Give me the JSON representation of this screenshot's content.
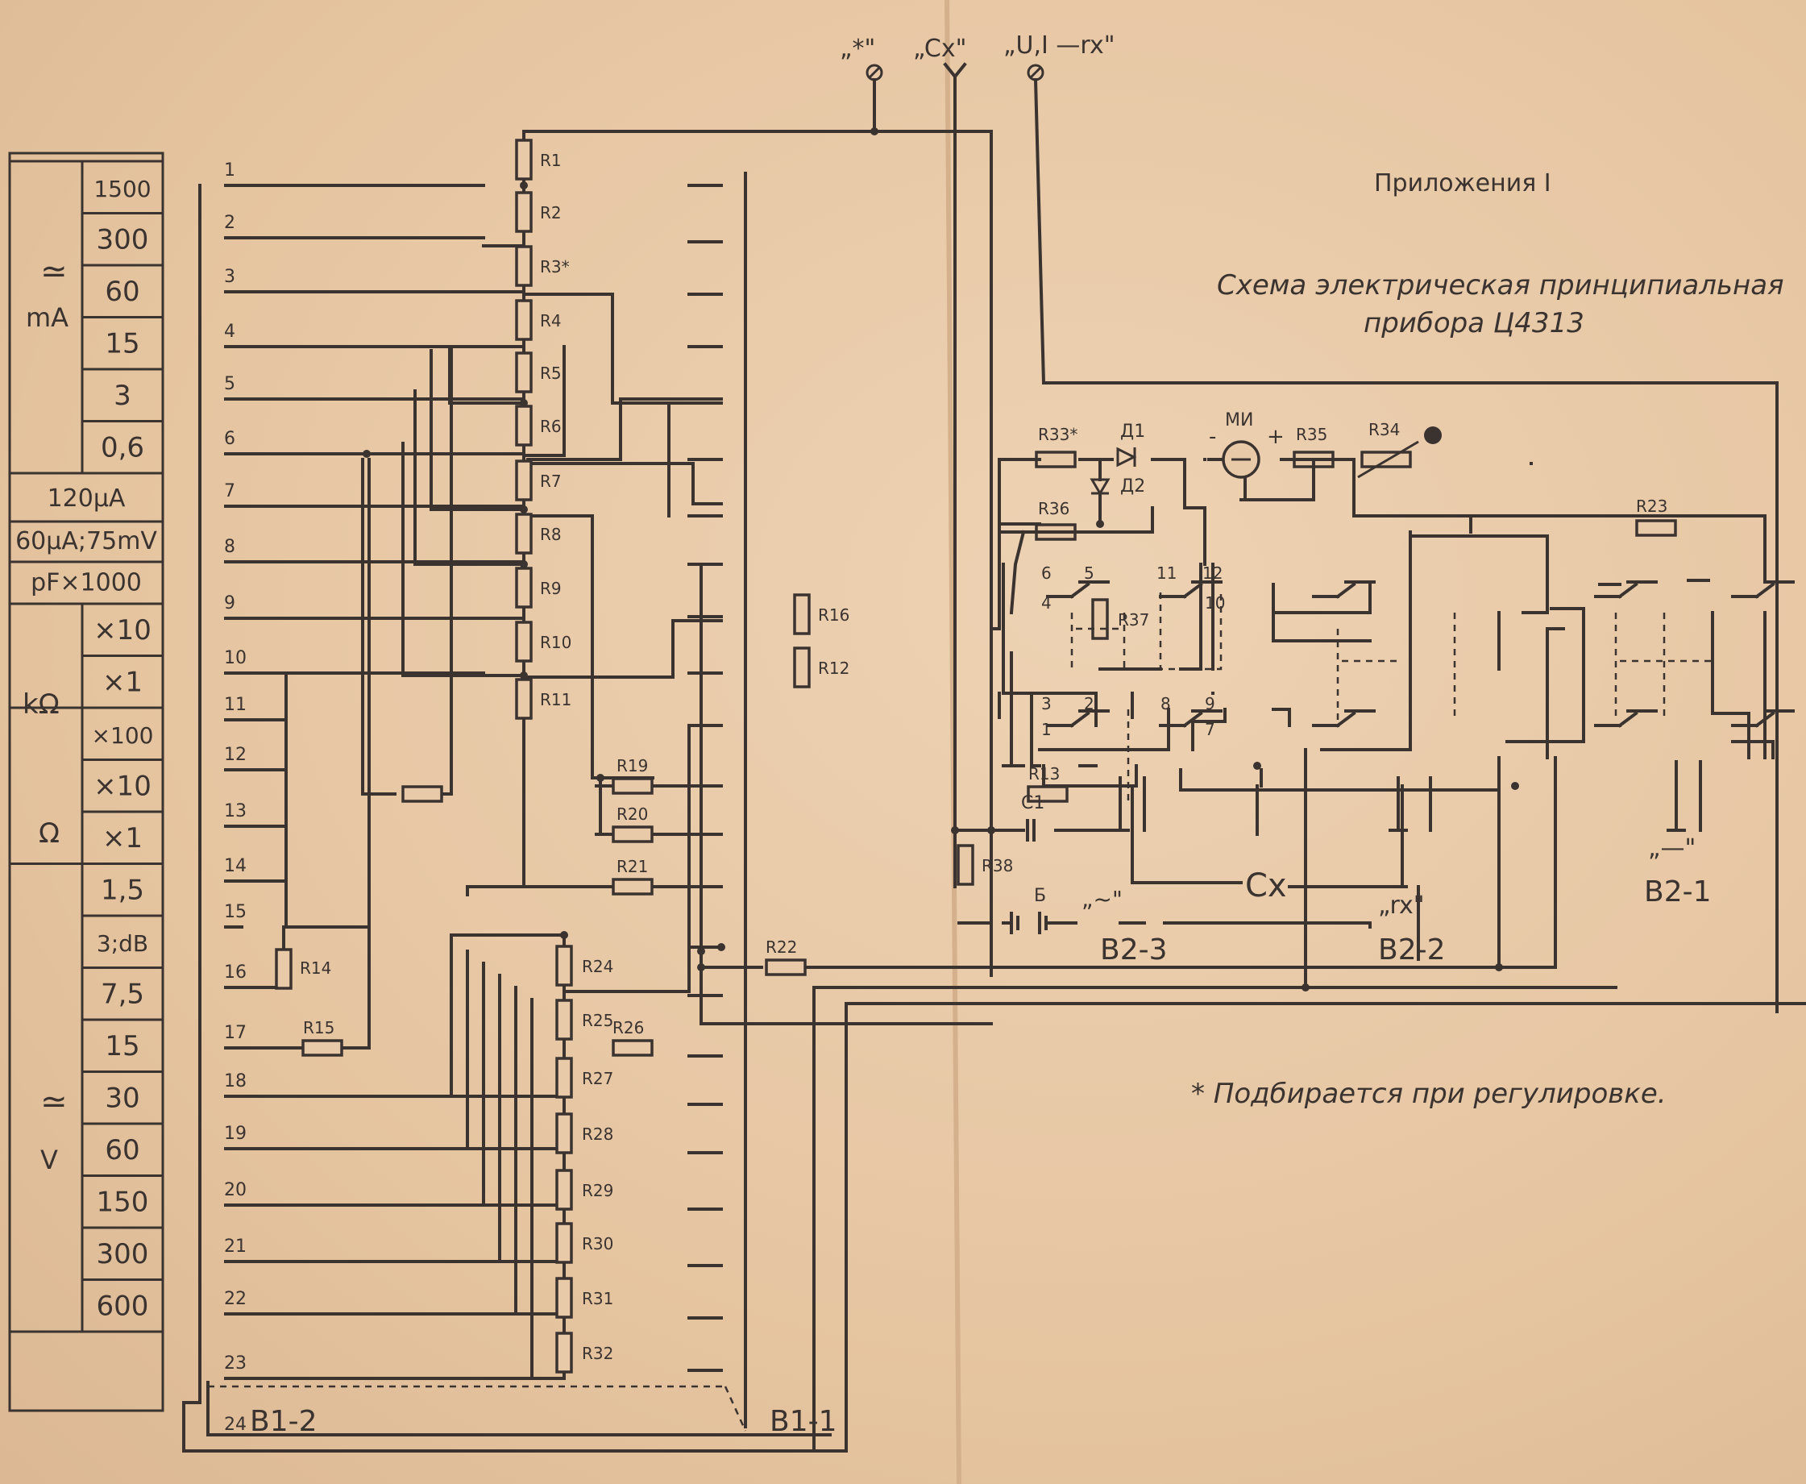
{
  "header": {
    "appendix": "Приложения I",
    "title_line1": "Схема электрическая принципиальная",
    "title_line2": "прибора Ц4313",
    "footnote": "* Подбирается при регулировке."
  },
  "terminals": [
    "„*\"",
    "„Cx\"",
    "„U,I —rx\""
  ],
  "range_table": {
    "sections": [
      {
        "symbol": "≃",
        "unit": "mA",
        "values": [
          "1500",
          "300",
          "60",
          "15",
          "3",
          "0,6"
        ]
      },
      {
        "symbol": "",
        "unit": "",
        "values": [
          "120μA"
        ]
      },
      {
        "symbol": "",
        "unit": "",
        "values": [
          "60μA;75mV"
        ]
      },
      {
        "symbol": "",
        "unit": "",
        "values": [
          "pF×1000"
        ]
      },
      {
        "symbol": "",
        "unit": "kΩ",
        "values": [
          "×10",
          "×1"
        ]
      },
      {
        "symbol": "",
        "unit": "Ω",
        "values": [
          "×100",
          "×10",
          "×1"
        ]
      },
      {
        "symbol": "≃",
        "unit": "V",
        "values": [
          "1,5",
          "3;dB",
          "7,5",
          "15",
          "30",
          "60",
          "150",
          "300",
          "600"
        ]
      }
    ]
  },
  "switch_positions": [
    "1",
    "2",
    "3",
    "4",
    "5",
    "6",
    "7",
    "8",
    "9",
    "10",
    "11",
    "12",
    "13",
    "14",
    "15",
    "16",
    "17",
    "18",
    "19",
    "20",
    "21",
    "22",
    "23",
    "24"
  ],
  "resistors_ladder_a": [
    "R1",
    "R2",
    "R3*",
    "R4",
    "R5",
    "R6",
    "R7",
    "R8",
    "R9",
    "R10",
    "R11"
  ],
  "resistors_ladder_b": [
    "R24",
    "R25",
    "R27",
    "R28",
    "R29",
    "R30",
    "R31",
    "R32"
  ],
  "resistors_other": {
    "r16": "R16",
    "r12": "R12",
    "r13": "R13",
    "r19": "R19",
    "r20": "R20",
    "r21": "R21",
    "r14": "R14",
    "r15": "R15",
    "r22": "R22",
    "r26": "R26",
    "r38": "R38",
    "r33": "R33*",
    "r35": "R35",
    "r34": "R34",
    "r36": "R36",
    "r23": "R23",
    "r37": "R37"
  },
  "components": {
    "d1": "Д1",
    "d2": "Д2",
    "meter": "МИ",
    "capacitor": "C1",
    "battery": "Б",
    "cx": "Cx",
    "ac_label": "„~\"",
    "rx_label": "„rx\"",
    "dc_label": "„—\"",
    "b1_1": "B1-1",
    "b1_2": "B1-2",
    "b2_1": "B2-1",
    "b2_2": "B2-2",
    "b2_3": "B2-3",
    "minus": "-",
    "plus": "+",
    "pos24": "24"
  },
  "contact_numbers": [
    "6",
    "5",
    "4",
    "11",
    "12",
    "10",
    "3",
    "2",
    "1",
    "8",
    "9",
    "7"
  ]
}
